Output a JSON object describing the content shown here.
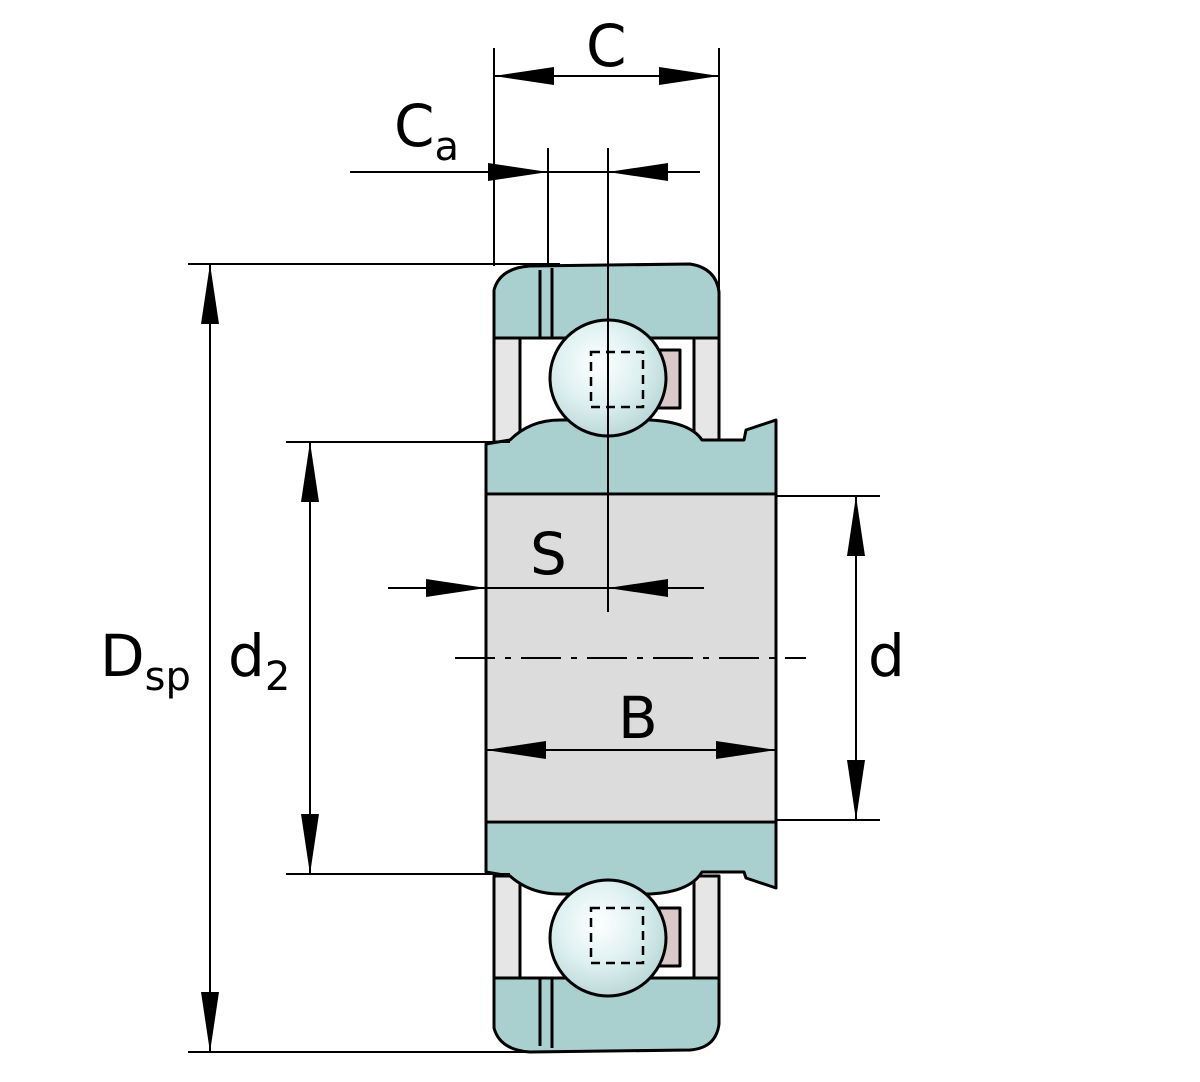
{
  "labels": {
    "c": "C",
    "ca_main": "C",
    "ca_sub": "a",
    "dsp_main": "D",
    "dsp_sub": "sp",
    "d2_main": "d",
    "d2_sub": "2",
    "s": "S",
    "b": "B",
    "d": "d"
  },
  "colors": {
    "ring": "#a9cfcf",
    "bore": "#dcdcdc",
    "ball": "#ddf0f0",
    "cage": "#d9c9c9",
    "seal": "#e6e6e6",
    "line": "#000000"
  }
}
